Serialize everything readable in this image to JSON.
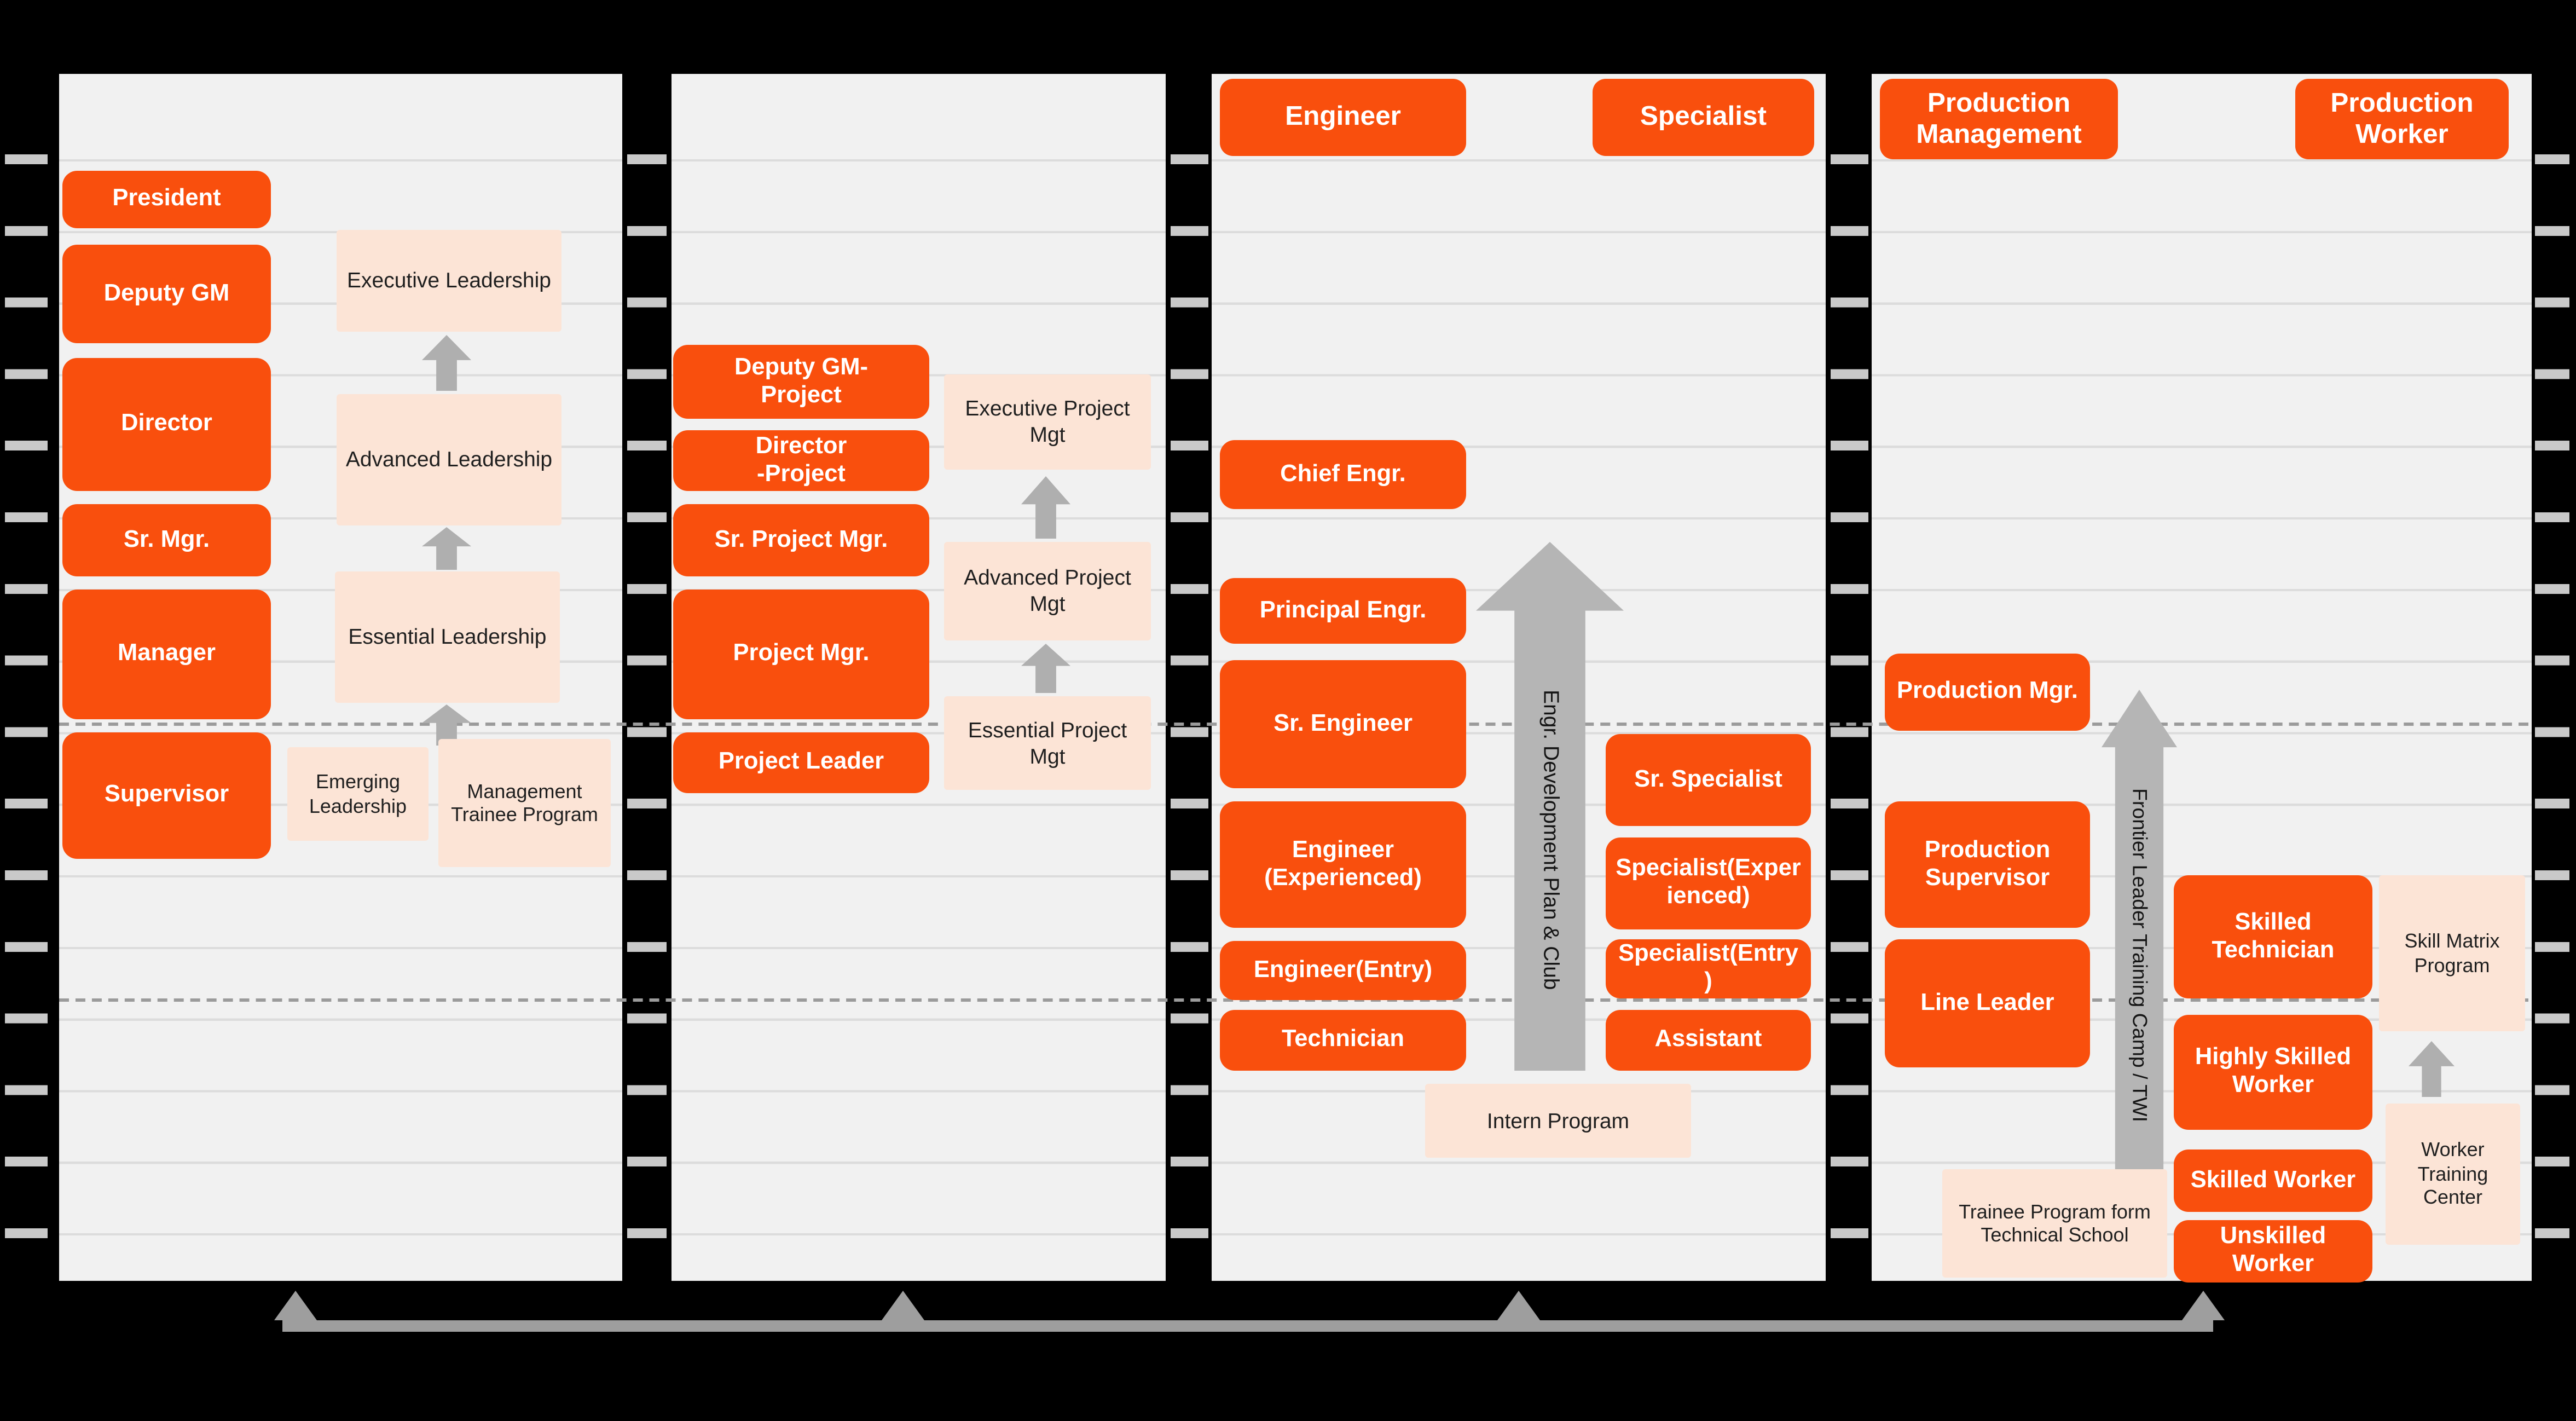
{
  "colors": {
    "accent": "#F94F0D",
    "peach": "#FCE4D6",
    "arrow_gray": "#AFAFAF",
    "panel_bg": "#F1F1F1"
  },
  "management": {
    "roles": {
      "president": "President",
      "deputy_gm": "Deputy GM",
      "director": "Director",
      "sr_mgr": "Sr. Mgr.",
      "manager": "Manager",
      "supervisor": "Supervisor"
    },
    "programs": {
      "executive": "Executive Leadership",
      "advanced": "Advanced Leadership",
      "essential": "Essential Leadership",
      "emerging": "Emerging Leadership",
      "trainee": "Management Trainee Program"
    }
  },
  "project": {
    "roles": {
      "deputy_gm_project": "Deputy GM-\nProject",
      "director_project": "Director\n-Project",
      "sr_project_mgr": "Sr. Project Mgr.",
      "project_mgr": "Project Mgr.",
      "project_leader": "Project Leader"
    },
    "programs": {
      "executive": "Executive Project Mgt",
      "advanced": "Advanced Project Mgt",
      "essential": "Essential Project Mgt"
    }
  },
  "engineering": {
    "headers": {
      "engineer": "Engineer",
      "specialist": "Specialist"
    },
    "engineer_roles": {
      "chief": "Chief Engr.",
      "principal": "Principal Engr.",
      "senior": "Sr. Engineer",
      "experienced": "Engineer (Experienced)",
      "entry": "Engineer(Entry)",
      "technician": "Technician"
    },
    "specialist_roles": {
      "senior": "Sr. Specialist",
      "experienced": "Specialist(Experienced)",
      "entry": "Specialist(Entry)",
      "assistant": "Assistant"
    },
    "arrow_label": "Engr. Development Plan & Club",
    "program": "Intern Program"
  },
  "production": {
    "headers": {
      "management": "Production Management",
      "worker": "Production Worker"
    },
    "management_roles": {
      "manager": "Production Mgr.",
      "supervisor": "Production Supervisor",
      "line_leader": "Line Leader"
    },
    "worker_roles": {
      "skilled_technician": "Skilled Technician",
      "highly_skilled": "Highly Skilled Worker",
      "skilled": "Skilled Worker",
      "unskilled": "Unskilled Worker"
    },
    "arrow_label": "Frontier Leader Training Camp / TWI",
    "programs": {
      "skill_matrix": "Skill Matrix Program",
      "worker_training": "Worker Training Center",
      "trainee": "Trainee Program form Technical School"
    }
  }
}
